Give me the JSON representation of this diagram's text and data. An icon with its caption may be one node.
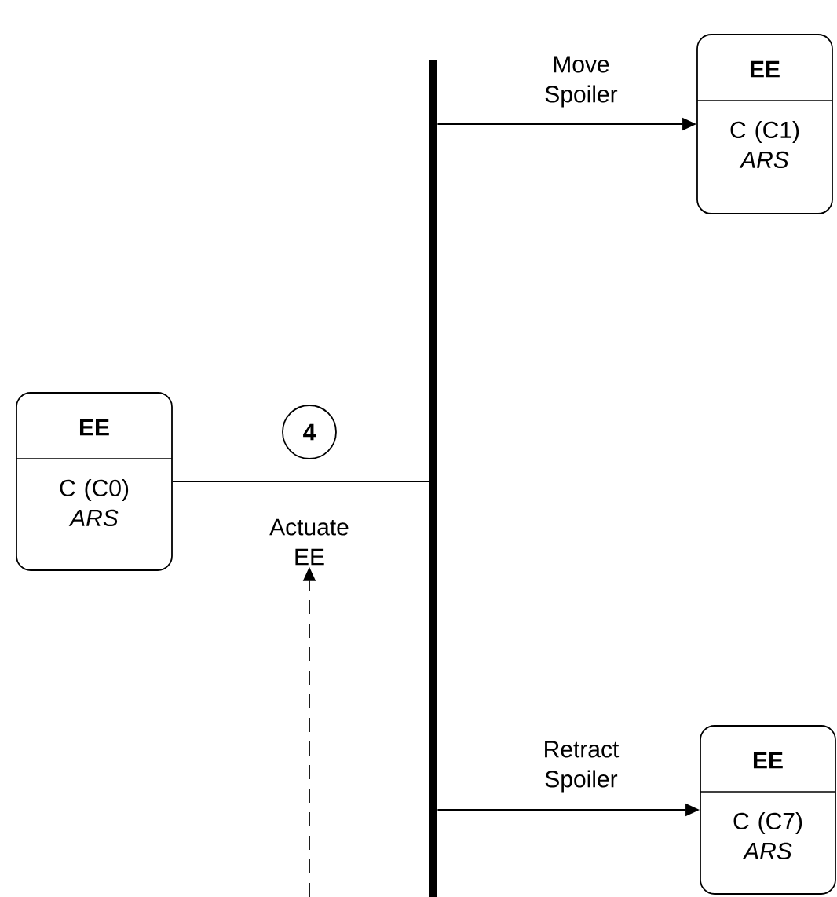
{
  "diagram": {
    "nodes": [
      {
        "text": [
          "EE",
          "C (C1) *ARS*"
        ]
      },
      {
        "text": [],
        "shape": "bar"
      },
      {
        "text": [
          "EE",
          "C (C0) *ARS*"
        ]
      },
      {
        "text": [
          "4"
        ]
      },
      {
        "text": [
          "Actuate EE"
        ]
      },
      {
        "text": [
          "EE",
          "C (C7) *ARS*"
        ]
      }
    ],
    "edges": [
      {
        "from": 1,
        "to": 0,
        "arrow": "to",
        "label": "Move Spoiler"
      },
      {
        "from": 2,
        "to": 1,
        "arrow": "none"
      },
      {
        "from": null,
        "to": 4,
        "arrow": "to",
        "style": "dashed"
      },
      {
        "from": 1,
        "to": 5,
        "arrow": "to",
        "label": "Retract Spoiler"
      }
    ]
  }
}
